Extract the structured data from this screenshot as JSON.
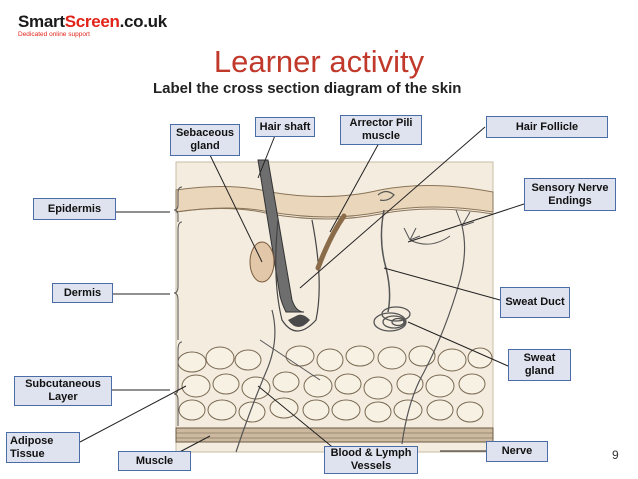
{
  "logo": {
    "text_dark": "Smart",
    "text_red": "Screen",
    "text_domain": ".co.uk",
    "tagline": "Dedicated online support"
  },
  "title": "Learner activity",
  "subtitle": "Label the cross section diagram of the skin",
  "labels": {
    "sebaceous_gland": "Sebaceous gland",
    "hair_shaft": "Hair shaft",
    "arrector_pili": "Arrector Pili muscle",
    "hair_follicle": "Hair Follicle",
    "sensory_nerve": "Sensory Nerve Endings",
    "epidermis": "Epidermis",
    "dermis": "Dermis",
    "sweat_duct": "Sweat Duct",
    "sweat_gland": "Sweat gland",
    "subcutaneous": "Subcutaneous Layer",
    "adipose": "Adipose Tissue",
    "muscle": "Muscle",
    "blood_lymph": "Blood & Lymph Vessels",
    "nerve": "Nerve"
  },
  "page_number": "9",
  "colors": {
    "title": "#c0392b",
    "label_fill": "#dfe3ef",
    "label_border": "#4a6da7",
    "skin_bg": "#f4ecdf"
  }
}
